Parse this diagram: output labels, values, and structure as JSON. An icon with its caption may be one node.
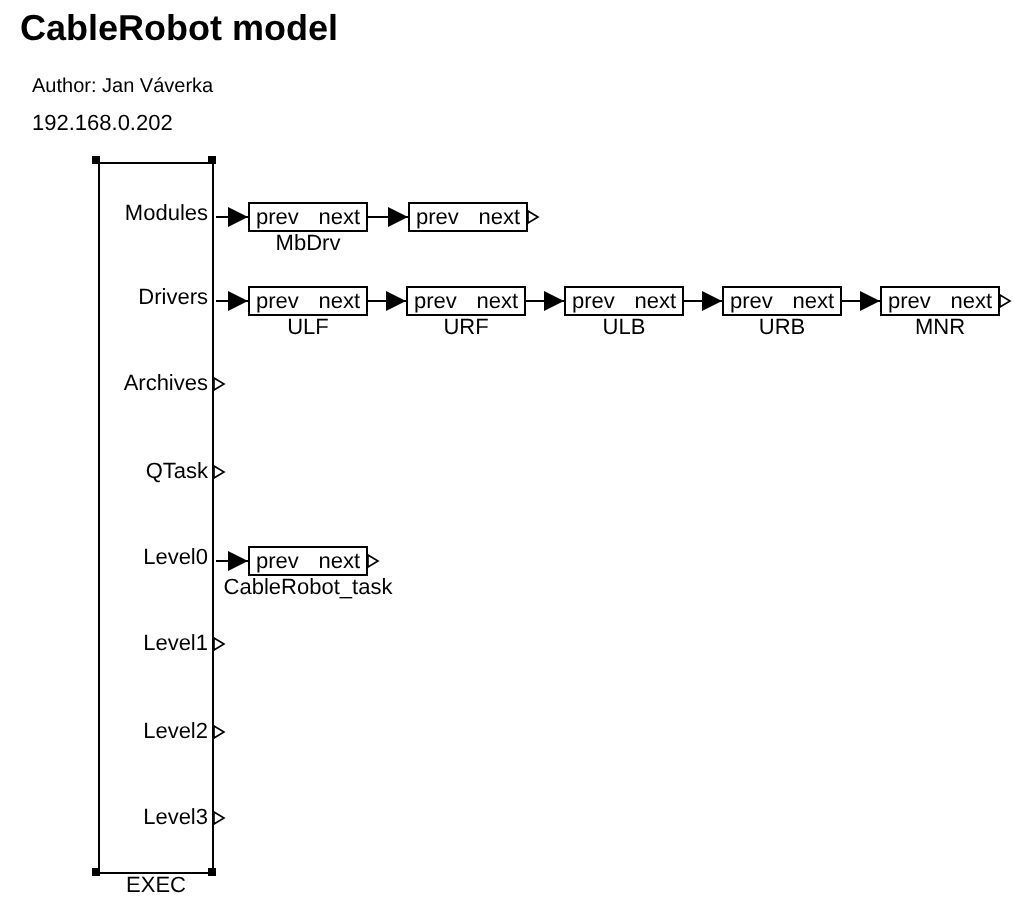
{
  "diagram": {
    "title": "CableRobot model",
    "nodes": [
      {
        "text": [
          "EXEC"
        ]
      },
      {
        "text": [
          "Modules"
        ],
        "in": 0
      },
      {
        "text": [
          "Drivers"
        ],
        "in": 0
      },
      {
        "text": [
          "Archives"
        ],
        "in": 0
      },
      {
        "text": [
          "QTask"
        ],
        "in": 0
      },
      {
        "text": [
          "Level0"
        ],
        "in": 0
      },
      {
        "text": [
          "Level1"
        ],
        "in": 0
      },
      {
        "text": [
          "Level2"
        ],
        "in": 0
      },
      {
        "text": [
          "Level3"
        ],
        "in": 0
      },
      {
        "text": [
          "prev",
          "next"
        ],
        "beside": [
          "MbDrv"
        ]
      },
      {
        "text": [
          "prev",
          "next"
        ]
      },
      {
        "text": [
          "prev",
          "next"
        ],
        "beside": [
          "ULF"
        ]
      },
      {
        "text": [
          "prev",
          "next"
        ],
        "beside": [
          "URF"
        ]
      },
      {
        "text": [
          "prev",
          "next"
        ],
        "beside": [
          "ULB"
        ]
      },
      {
        "text": [
          "prev",
          "next"
        ],
        "beside": [
          "URB"
        ]
      },
      {
        "text": [
          "prev",
          "next"
        ],
        "beside": [
          "MNR"
        ]
      },
      {
        "text": [
          "prev",
          "next"
        ],
        "beside": [
          "CableRobot_task"
        ]
      }
    ],
    "edges": [
      {
        "from": 1,
        "to": 9,
        "arrow": "to"
      },
      {
        "from": 9,
        "to": 10,
        "arrow": "to"
      },
      {
        "from": 2,
        "to": 11,
        "arrow": "to"
      },
      {
        "from": 11,
        "to": 12,
        "arrow": "to"
      },
      {
        "from": 12,
        "to": 13,
        "arrow": "to"
      },
      {
        "from": 13,
        "to": 14,
        "arrow": "to"
      },
      {
        "from": 14,
        "to": 15,
        "arrow": "to"
      },
      {
        "from": 5,
        "to": 16,
        "arrow": "to"
      }
    ],
    "labels": [
      "Author: Jan Váverka",
      "192.168.0.202"
    ]
  }
}
